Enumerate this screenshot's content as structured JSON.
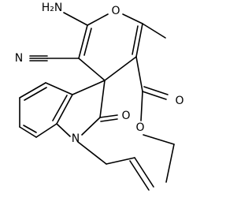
{
  "atoms": {
    "amino": "H₂N",
    "ring_oxygen": "O",
    "nitrile": "N",
    "carbonyl_oxygen": "O",
    "ester_carbonyl_oxygen": "O",
    "ester_oxygen": "O",
    "indole_nitrogen": "N"
  },
  "colors": {
    "bond": "#000000",
    "text": "#000000"
  }
}
